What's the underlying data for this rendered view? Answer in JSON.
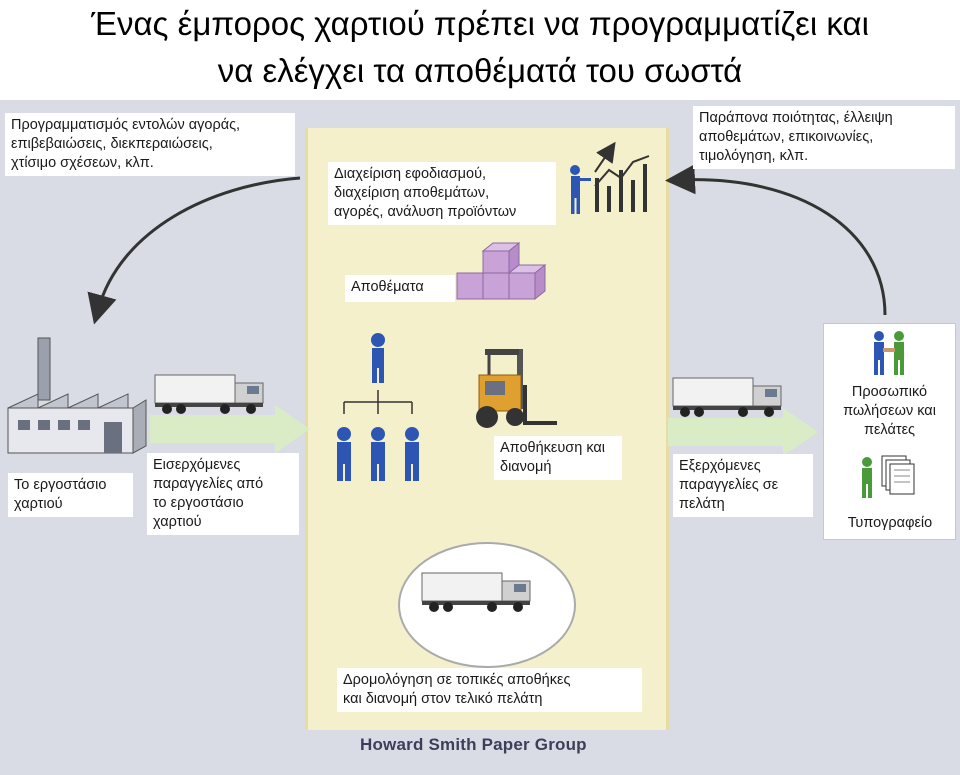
{
  "title": {
    "line1": "Ένας έμπορος χαρτιού πρέπει να προγραμματίζει και",
    "line2": "να ελέγχει τα αποθέματά του σωστά"
  },
  "labels": {
    "top_left": {
      "line1": "Προγραμματισμός εντολών αγοράς,",
      "line2": "επιβεβαιώσεις, διεκπεραιώσεις,",
      "line3": "χτίσιμο σχέσεων, κλπ."
    },
    "top_center": {
      "line1": "Διαχείριση εφοδιασμού,",
      "line2": "διαχείριση αποθεμάτων,",
      "line3": "αγορές, ανάλυση προϊόντων"
    },
    "top_right": {
      "line1": "Παράπονα ποιότητας, έλλειψη",
      "line2": "αποθεμάτων, επικοινωνίες,",
      "line3": "τιμολόγηση, κλπ."
    },
    "inventory": "Αποθέματα",
    "factory": {
      "line1": "Το εργοστάσιο",
      "line2": "χαρτιού"
    },
    "incoming": {
      "line1": "Εισερχόμενες",
      "line2": "παραγγελίες από",
      "line3": "το εργοστάσιο",
      "line4": "χαρτιού"
    },
    "storage": {
      "line1": "Αποθήκευση και",
      "line2": "διανομή"
    },
    "outgoing": {
      "line1": "Εξερχόμενες",
      "line2": "παραγγελίες σε",
      "line3": "πελάτη"
    },
    "sales": {
      "line1": "Προσωπικό",
      "line2": "πωλήσεων και",
      "line3": "πελάτες"
    },
    "printer": "Τυπογραφείο",
    "routing": {
      "line1": "Δρομολόγηση σε τοπικές αποθήκες",
      "line2": "και διανομή στον τελικό πελάτη"
    }
  },
  "footer": {
    "logo_text": "Howard Smith Paper Group"
  },
  "colors": {
    "figure_blue": "#2d56b4",
    "cube_purple": "#c9a2d8",
    "arrow_green": "#d9ecc6",
    "panel_cream": "#f5f0cc",
    "background_grey": "#d9dce4",
    "logo_navy": "#3b3f59"
  },
  "icons": [
    "factory-icon",
    "truck-icon",
    "forklift-icon",
    "person-icon",
    "handshake-icon",
    "documents-icon",
    "bar-chart-icon",
    "boxes-icon"
  ]
}
